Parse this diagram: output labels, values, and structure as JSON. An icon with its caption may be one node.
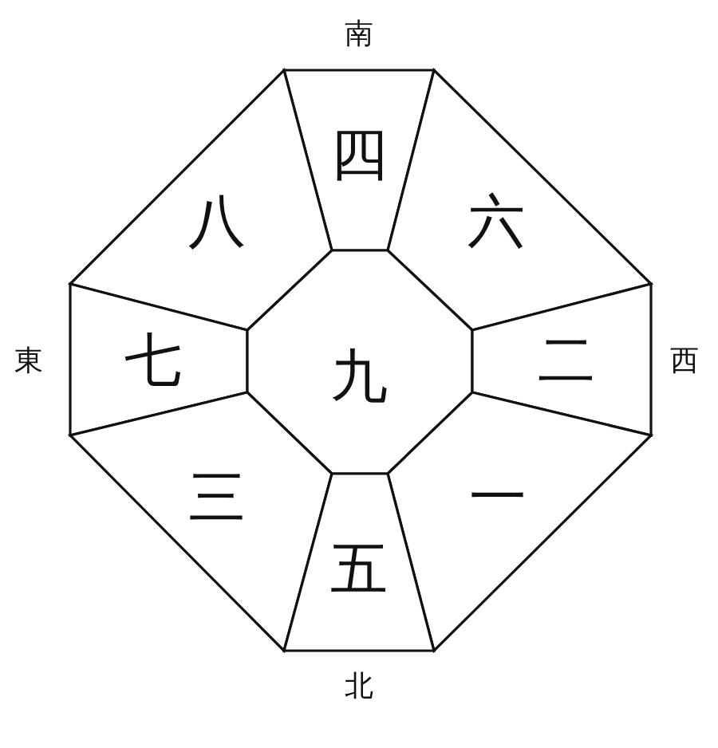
{
  "diagram": {
    "nodes": [
      {
        "text": [
          "四"
        ]
      },
      {
        "text": [
          "八"
        ]
      },
      {
        "text": [
          "六"
        ]
      },
      {
        "text": [
          "七"
        ]
      },
      {
        "text": [
          "九"
        ]
      },
      {
        "text": [
          "二"
        ]
      },
      {
        "text": [
          "三"
        ]
      },
      {
        "text": [
          "一"
        ]
      },
      {
        "text": [
          "五"
        ]
      }
    ],
    "labels": [
      "南",
      "東",
      "西",
      "北"
    ]
  }
}
